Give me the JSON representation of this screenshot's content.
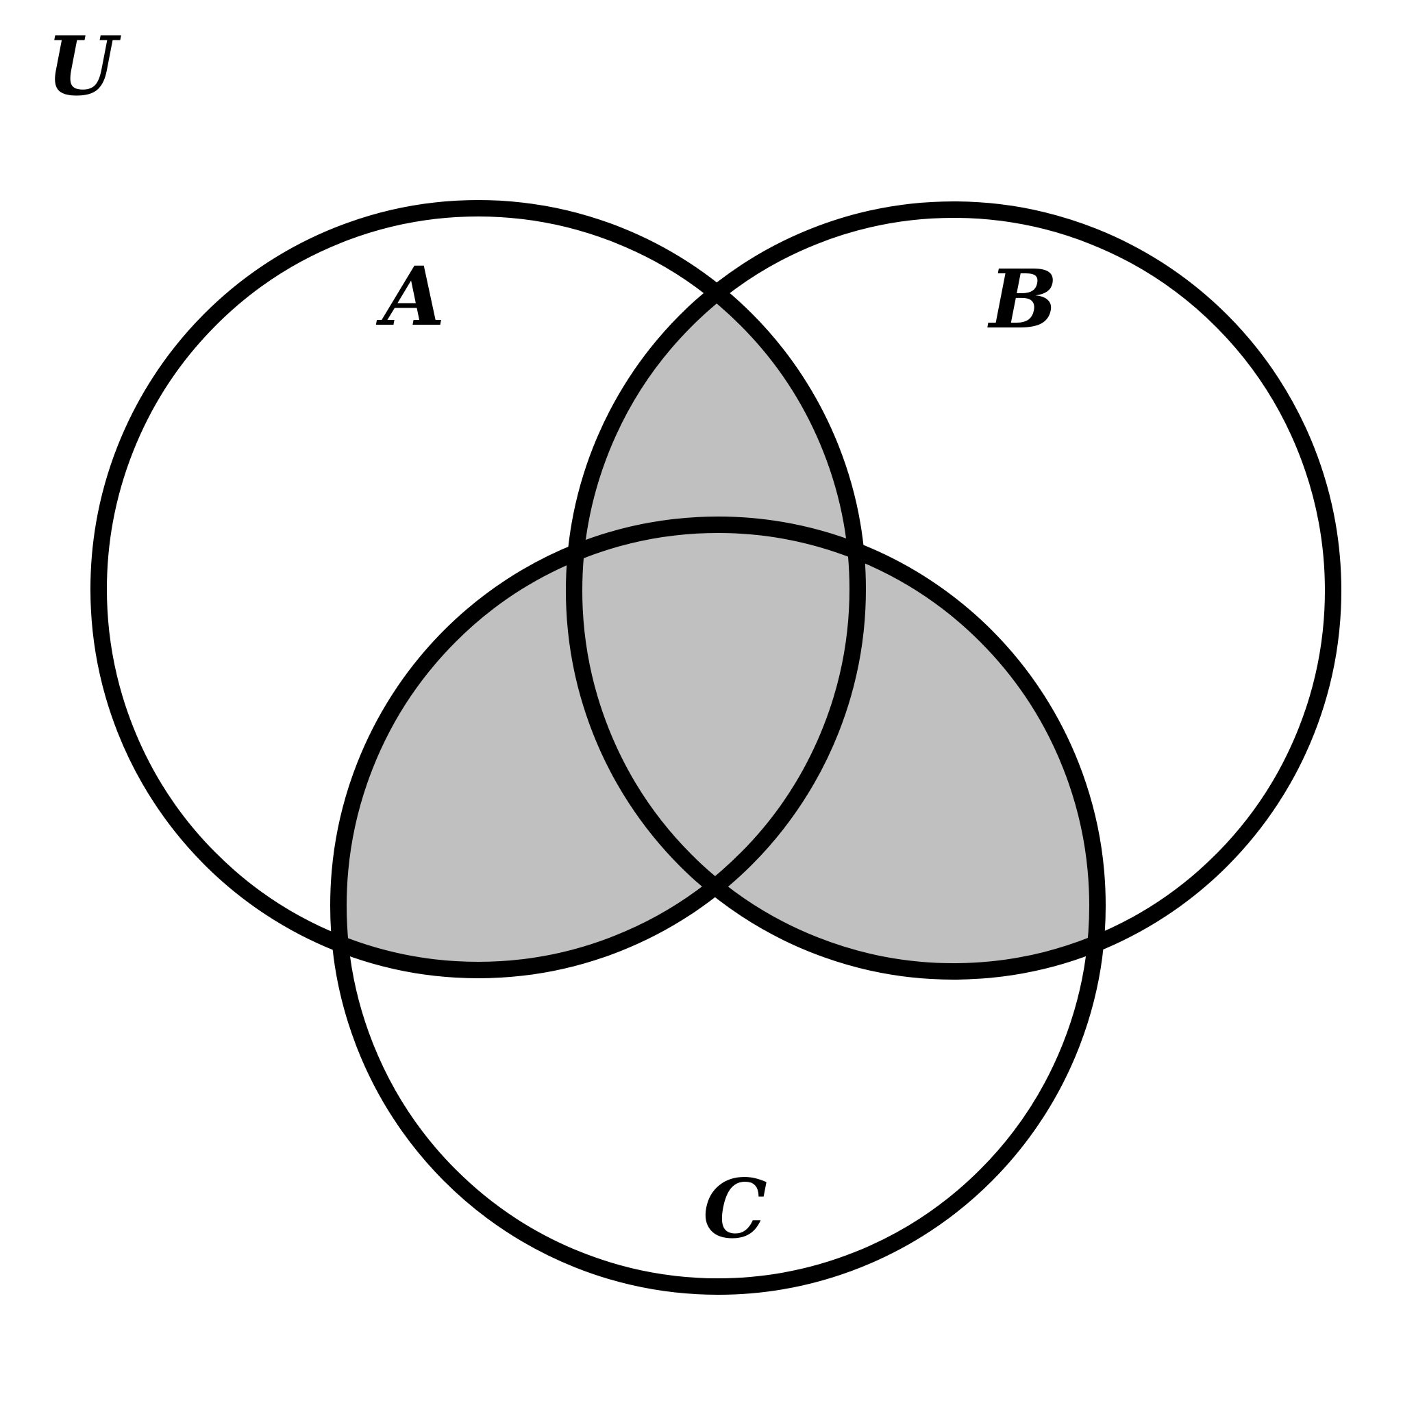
{
  "universe": {
    "label": "U"
  },
  "sets": [
    {
      "id": "a",
      "label": "A"
    },
    {
      "id": "b",
      "label": "B"
    },
    {
      "id": "c",
      "label": "C"
    }
  ],
  "shaded_regions": [
    "A∩B",
    "A∩C",
    "B∩C"
  ],
  "colors": {
    "background": "#ffffff",
    "outline": "#000000",
    "shade": "#c0c0c0",
    "text": "#000000"
  }
}
